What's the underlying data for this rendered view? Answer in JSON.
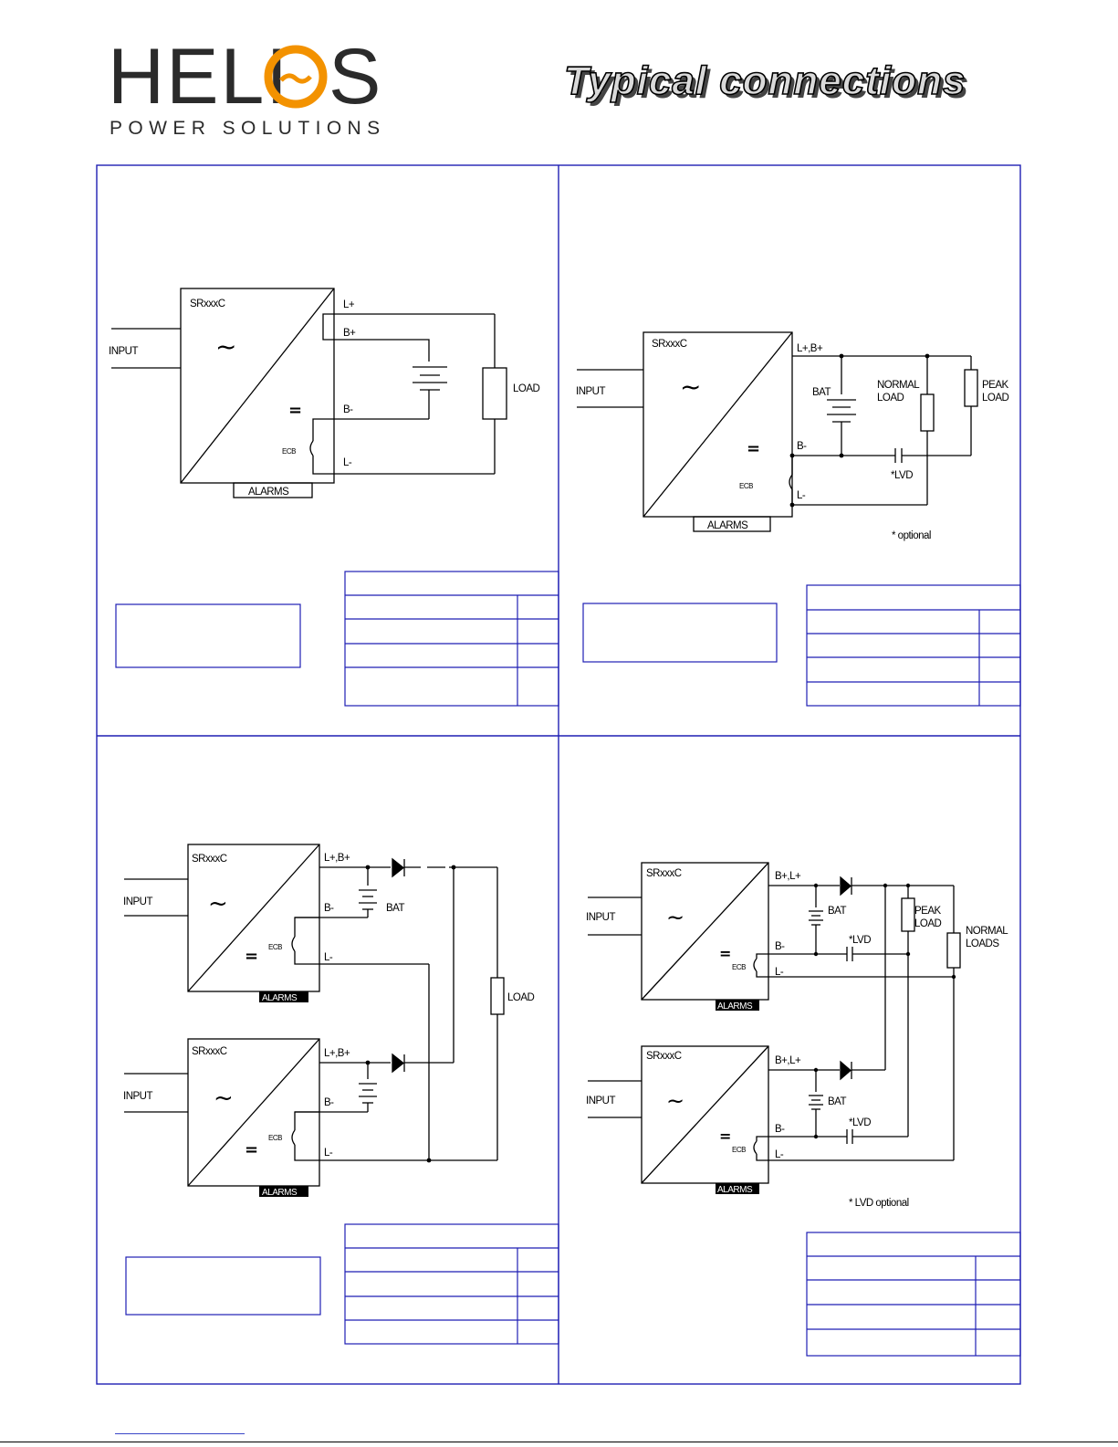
{
  "header": {
    "brand_left": "HELI",
    "brand_right": "S",
    "brand_sub": "POWER SOLUTIONS",
    "page_title": "Typical connections",
    "colors": {
      "accent": "#f39200",
      "brand_text": "#2b2b2b",
      "frame": "#1f1fb4"
    }
  },
  "diagrams": [
    {
      "id": "d1",
      "model": "SRxxxC",
      "input": "INPUT",
      "alarms": "ALARMS",
      "ecb": "ECB",
      "terminals": [
        "L+",
        "B+",
        "B-",
        "L-"
      ],
      "load": "LOAD"
    },
    {
      "id": "d2",
      "model": "SRxxxC",
      "input": "INPUT",
      "alarms": "ALARMS",
      "ecb": "ECB",
      "terminals": [
        "L+,B+",
        "B-",
        "L-"
      ],
      "bat": "BAT",
      "normal_load": "NORMAL LOAD",
      "peak_load": "PEAK LOAD",
      "lvd": "*LVD",
      "note": "* optional"
    },
    {
      "id": "d3",
      "model": "SRxxxC",
      "input": "INPUT",
      "alarms": "ALARMS",
      "ecb": "ECB",
      "terminals": [
        "L+,B+",
        "B-",
        "L-"
      ],
      "bat": "BAT",
      "load": "LOAD"
    },
    {
      "id": "d4",
      "model": "SRxxxC",
      "input": "INPUT",
      "alarms": "ALARMS",
      "ecb": "ECB",
      "terminals": [
        "B+,L+",
        "B-",
        "L-"
      ],
      "bat": "BAT",
      "peak_load": "PEAK LOAD",
      "normal_loads": "NORMAL LOADS",
      "lvd": "*LVD",
      "note": "* LVD optional"
    }
  ]
}
